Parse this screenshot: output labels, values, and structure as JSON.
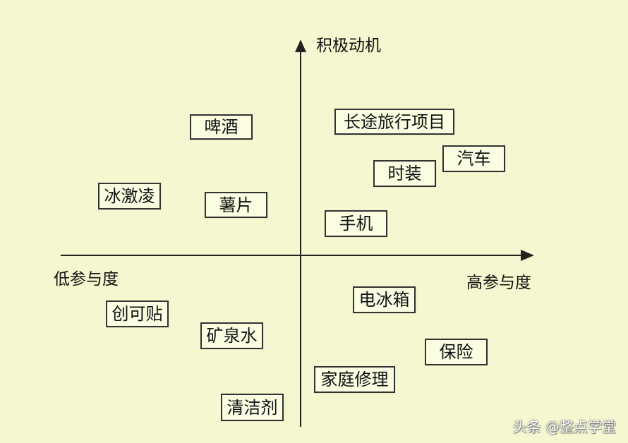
{
  "axes": {
    "y_top": "积极动机",
    "x_left": "低参与度",
    "x_right": "高参与度"
  },
  "items": [
    {
      "label": "啤酒"
    },
    {
      "label": "长途旅行项目"
    },
    {
      "label": "汽车"
    },
    {
      "label": "时装"
    },
    {
      "label": "冰激凌"
    },
    {
      "label": "薯片"
    },
    {
      "label": "手机"
    },
    {
      "label": "电冰箱"
    },
    {
      "label": "创可贴"
    },
    {
      "label": "矿泉水"
    },
    {
      "label": "保险"
    },
    {
      "label": "家庭修理"
    },
    {
      "label": "清洁剂"
    }
  ],
  "watermark": "头条 @整点学堂",
  "colors": {
    "background": "#f4f7cf",
    "line": "#222222"
  }
}
